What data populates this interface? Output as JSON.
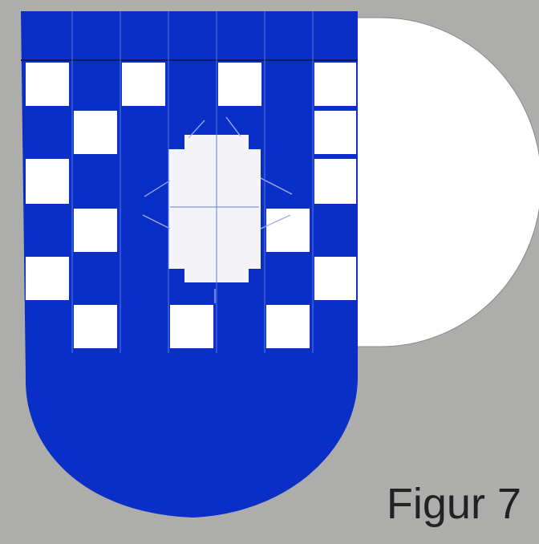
{
  "caption": "Figur 7",
  "colors": {
    "background": "#adadab",
    "blue": "#0a2fc7",
    "white": "#ffffff",
    "text": "#222222"
  },
  "pattern": {
    "rows": 7,
    "columns": 7,
    "white_cells": [
      [
        1,
        0
      ],
      [
        1,
        2
      ],
      [
        1,
        4
      ],
      [
        1,
        6
      ],
      [
        2,
        1
      ],
      [
        2,
        6
      ],
      [
        3,
        0
      ],
      [
        3,
        6
      ],
      [
        4,
        1
      ],
      [
        4,
        5
      ],
      [
        5,
        0
      ],
      [
        5,
        6
      ],
      [
        6,
        1
      ],
      [
        6,
        3
      ],
      [
        6,
        5
      ]
    ]
  }
}
